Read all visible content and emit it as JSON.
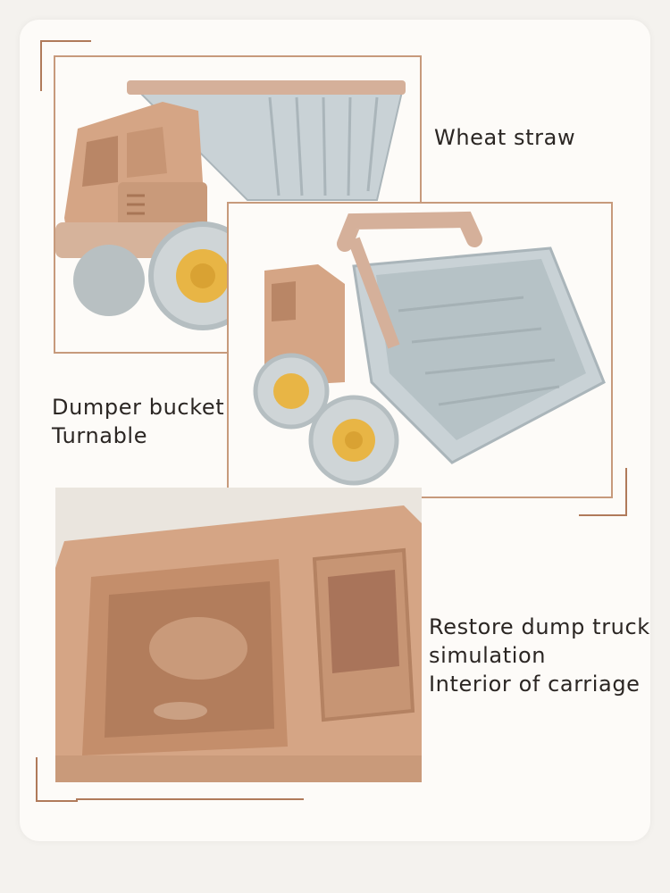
{
  "captions": {
    "wheat_straw": "Wheat straw",
    "dumper_bucket": [
      "Dumper bucket",
      "Turnable"
    ],
    "interior": [
      "Restore dump truck",
      "simulation",
      "Interior of carriage"
    ]
  },
  "colors": {
    "cab": "#d5a585",
    "cab_dark": "#b98666",
    "bucket": "#c9d2d6",
    "bucket_dark": "#a9b5ba",
    "tire": "#cfd5d7",
    "hub": "#e8b545",
    "frame": "#c79a7c",
    "text": "#2b2623"
  }
}
